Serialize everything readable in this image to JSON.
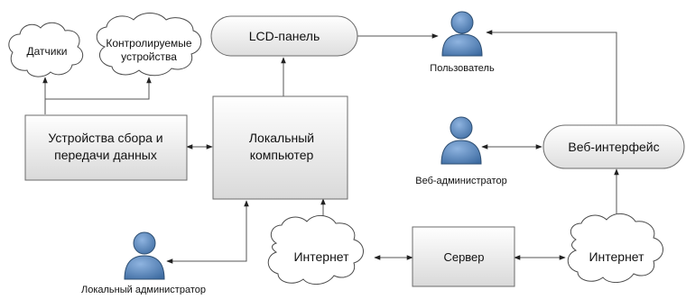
{
  "nodes": {
    "sensors": "Датчики",
    "controlled_devices": [
      "Контролируемые",
      "устройства"
    ],
    "acquisition": [
      "Устройства сбора и",
      "передачи данных"
    ],
    "local_pc": [
      "Локальный",
      "компьютер"
    ],
    "lcd_panel": "LCD-панель",
    "user": "Пользователь",
    "web_admin": "Веб-администратор",
    "web_interface": "Веб-интерфейс",
    "internet_left": "Интернет",
    "server": "Сервер",
    "internet_right": "Интернет",
    "local_admin": "Локальный администратор"
  },
  "colors": {
    "person": "#4f81bd",
    "box_fill_top": "#ffffff",
    "box_fill_bottom": "#dcdcdc",
    "line": "#555555"
  }
}
